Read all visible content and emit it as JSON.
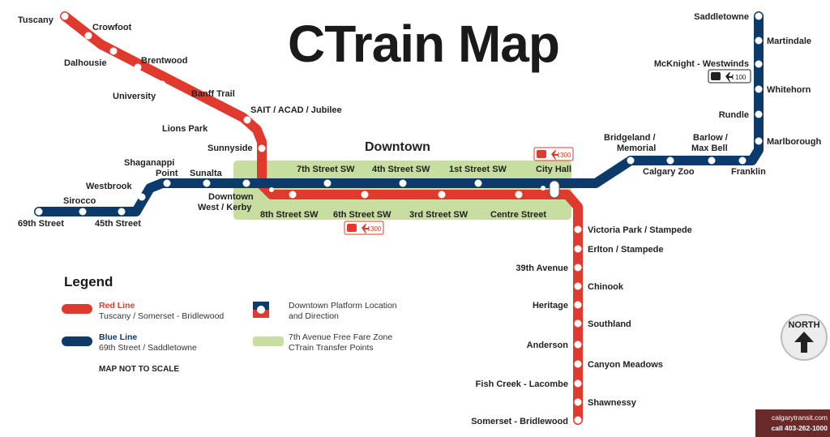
{
  "title": "CTrain Map",
  "zone_label": "Downtown",
  "colors": {
    "red_line": "#e03a2f",
    "blue_line": "#0b3a6b",
    "free_fare_zone": "#c8dda0",
    "bus_badge": "#e03a2f"
  },
  "red_line": {
    "name": "Red Line",
    "route": "Tuscany / Somerset - Bridlewood",
    "stations": [
      "Tuscany",
      "Crowfoot",
      "Dalhousie",
      "Brentwood",
      "University",
      "Banff Trail",
      "Lions Park",
      "SAIT / ACAD / Jubilee",
      "Sunnyside",
      "8th Street SW",
      "6th Street SW",
      "3rd Street SW",
      "Centre Street",
      "Victoria Park / Stampede",
      "Erlton / Stampede",
      "39th Avenue",
      "Chinook",
      "Heritage",
      "Southland",
      "Anderson",
      "Canyon Meadows",
      "Fish Creek - Lacombe",
      "Shawnessy",
      "Somerset - Bridlewood"
    ]
  },
  "blue_line": {
    "name": "Blue Line",
    "route": "69th Street / Saddletowne",
    "stations": [
      "69th Street",
      "Sirocco",
      "45th Street",
      "Westbrook",
      "Shaganappi Point",
      "Sunalta",
      "Downtown West / Kerby",
      "7th Street SW",
      "4th Street SW",
      "1st Street SW",
      "City Hall",
      "Bridgeland / Memorial",
      "Calgary Zoo",
      "Barlow / Max Bell",
      "Franklin",
      "Marlborough",
      "Rundle",
      "Whitehorn",
      "McKnight - Westwinds",
      "Martindale",
      "Saddletowne"
    ]
  },
  "labels": {
    "tuscany": "Tuscany",
    "crowfoot": "Crowfoot",
    "dalhousie": "Dalhousie",
    "brentwood": "Brentwood",
    "university": "University",
    "banff_trail": "Banff Trail",
    "lions_park": "Lions Park",
    "sait": "SAIT / ACAD / Jubilee",
    "sunnyside": "Sunnyside",
    "eighth_sw": "8th Street SW",
    "sixth_sw": "6th Street SW",
    "third_sw": "3rd Street SW",
    "centre_st": "Centre Street",
    "victoria_park": "Victoria Park / Stampede",
    "erlton": "Erlton / Stampede",
    "ave39": "39th Avenue",
    "chinook": "Chinook",
    "heritage": "Heritage",
    "southland": "Southland",
    "anderson": "Anderson",
    "canyon_meadows": "Canyon Meadows",
    "fish_creek": "Fish Creek - Lacombe",
    "shawnessy": "Shawnessy",
    "somerset": "Somerset - Bridlewood",
    "st69": "69th Street",
    "sirocco": "Sirocco",
    "st45": "45th Street",
    "westbrook": "Westbrook",
    "shaganappi_1": "Shaganappi",
    "shaganappi_2": "Point",
    "sunalta": "Sunalta",
    "dt_west_1": "Downtown",
    "dt_west_2": "West / Kerby",
    "seventh_sw": "7th Street SW",
    "fourth_sw": "4th Street SW",
    "first_sw": "1st Street SW",
    "city_hall": "City Hall",
    "bridgeland_1": "Bridgeland /",
    "bridgeland_2": "Memorial",
    "calgary_zoo": "Calgary Zoo",
    "barlow_1": "Barlow /",
    "barlow_2": "Max Bell",
    "franklin": "Franklin",
    "marlborough": "Marlborough",
    "rundle": "Rundle",
    "whitehorn": "Whitehorn",
    "mcknight": "McKnight - Westwinds",
    "martindale": "Martindale",
    "saddletowne": "Saddletowne"
  },
  "badges": {
    "city_hall_bus": "300",
    "downtown_bus": "300",
    "mcknight_bus": "100"
  },
  "legend": {
    "title": "Legend",
    "red_name": "Red Line",
    "red_route": "Tuscany / Somerset - Bridlewood",
    "blue_name": "Blue Line",
    "blue_route": "69th Street / Saddletowne",
    "platform_1": "Downtown Platform Location",
    "platform_2": "and Direction",
    "zone_1": "7th Avenue Free Fare Zone",
    "zone_2": "CTrain Transfer Points",
    "not_to_scale": "MAP NOT TO SCALE"
  },
  "compass": "NORTH",
  "brand": {
    "site": "calgarytransit.com",
    "phone": "call 403-262-1000"
  }
}
